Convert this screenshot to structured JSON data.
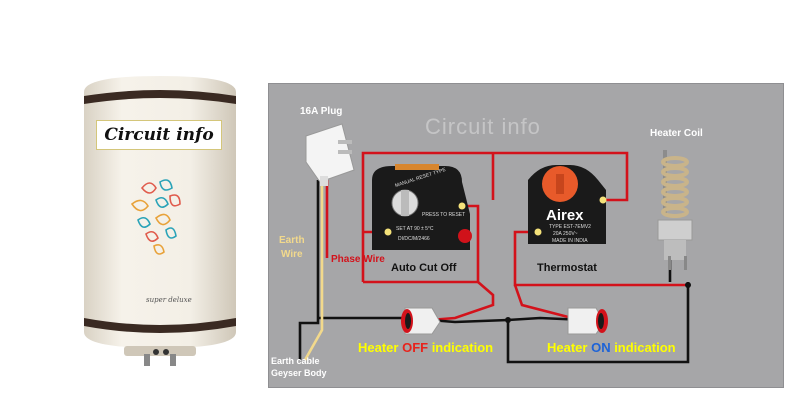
{
  "geyser": {
    "brand_label": "Circuit info",
    "model_signature": "super deluxe"
  },
  "diagram": {
    "watermark": "Circuit info",
    "plug_label": "16A Plug",
    "earth_wire_label_1": "Earth",
    "earth_wire_label_2": "Wire",
    "phase_wire_label": "Phase Wire",
    "earth_cable_label_1": "Earth cable",
    "earth_cable_label_2": "Geyser Body",
    "auto_cut_off_label": "Auto Cut Off",
    "thermostat_label": "Thermostat",
    "heater_coil_label": "Heater Coil",
    "cutoff_device_text": [
      "MANUAL RESET TYPE",
      "PRESS TO RESET",
      "SET AT 90 ± 5°C",
      "DI/DC/M/2466"
    ],
    "thermostat_brand": "Airex",
    "thermostat_text": [
      "TYPE EST-7EMV2",
      "20A 250V~",
      "MADE IN INDIA"
    ],
    "off_indication": {
      "prefix": "Heater ",
      "state": "OFF",
      "suffix": " indication"
    },
    "on_indication": {
      "prefix": "Heater ",
      "state": "ON",
      "suffix": " indication"
    }
  },
  "colors": {
    "panel": "#a6a6a8",
    "live_wire": "#d3121b",
    "neutral_wire": "#111111",
    "earth_wire": "#f2d98c",
    "indication_text": "#ffff00",
    "off_accent": "#e8231c",
    "on_accent": "#1d63d8"
  }
}
